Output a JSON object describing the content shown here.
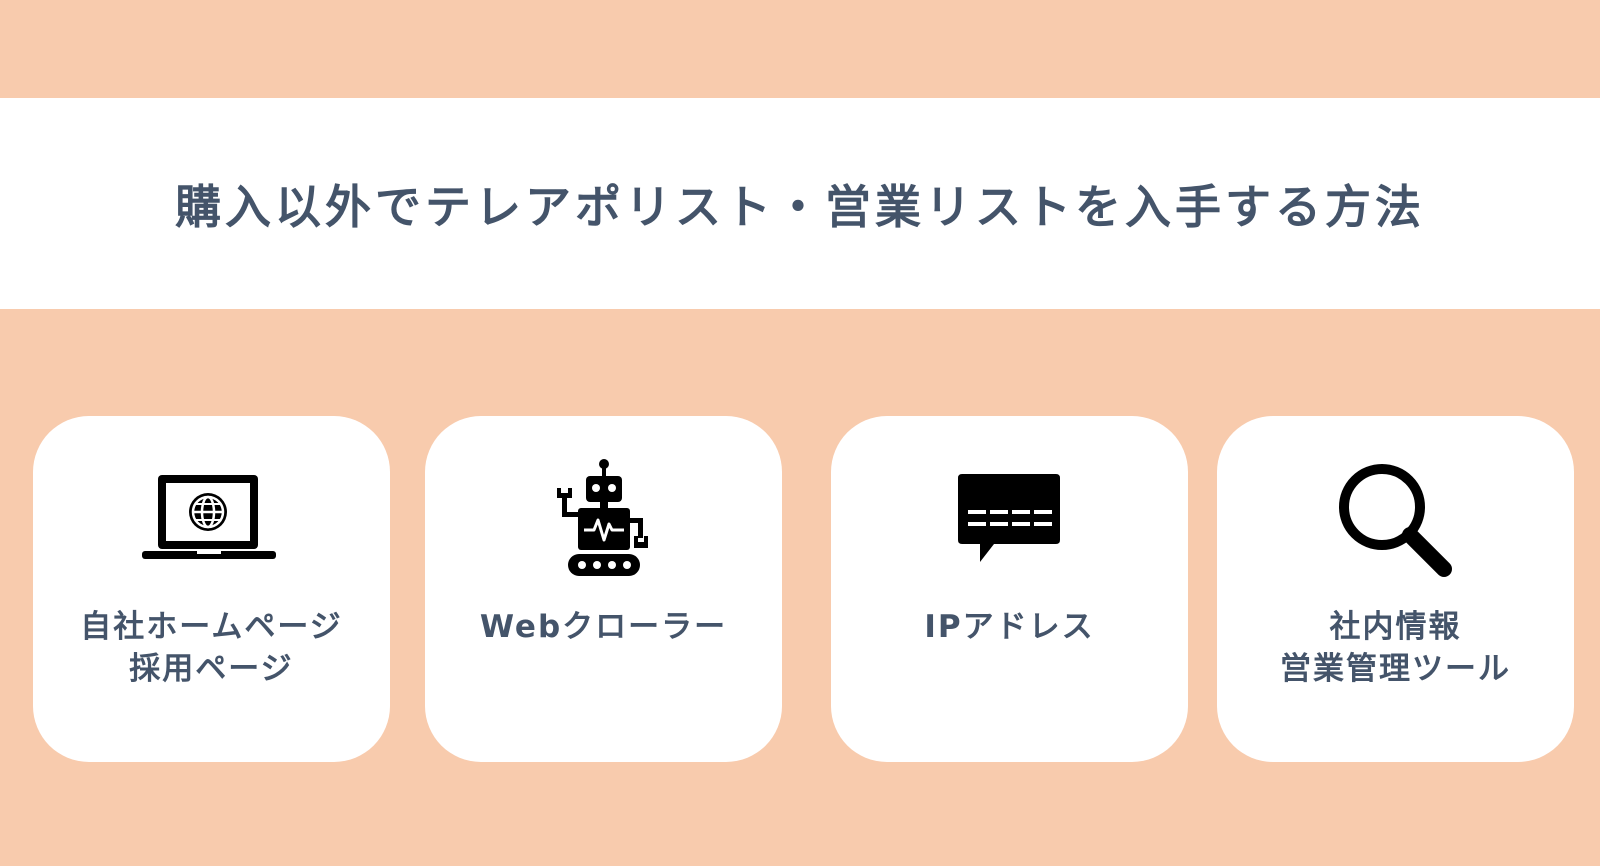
{
  "title": "購入以外でテレアポリスト・営業リストを入手する方法",
  "cards": [
    {
      "icon": "laptop-globe-icon",
      "lines": [
        "自社ホームページ",
        "採用ページ"
      ]
    },
    {
      "icon": "robot-icon",
      "lines": [
        "Webクローラー"
      ]
    },
    {
      "icon": "speech-bubble-icon",
      "lines": [
        "IPアドレス"
      ]
    },
    {
      "icon": "magnifier-icon",
      "lines": [
        "社内情報",
        "営業管理ツール"
      ]
    }
  ],
  "colors": {
    "background": "#f8cbad",
    "panel": "#ffffff",
    "text": "#44546a",
    "icon": "#000000"
  }
}
